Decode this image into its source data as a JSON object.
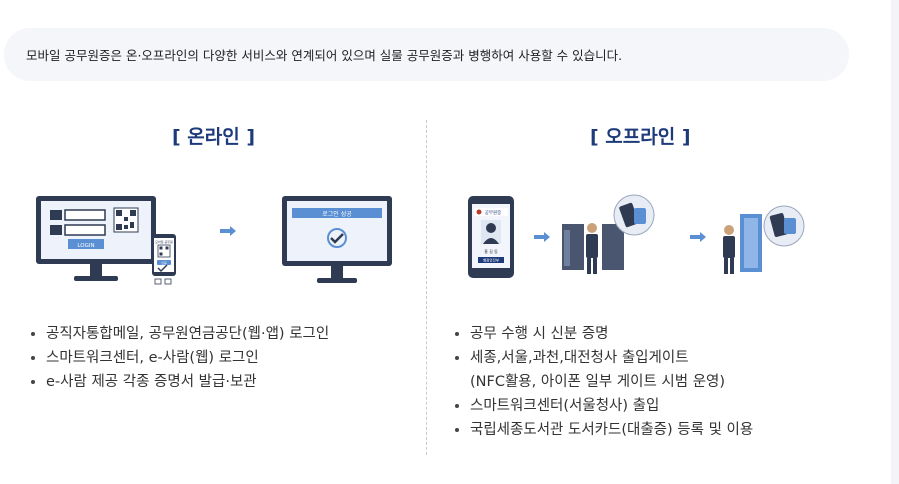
{
  "notice_text": "모바일 공무원증은 온·오프라인의 다양한 서비스와 연계되어 있으며 실물 공무원증과 병행하여 사용할 수 있습니다.",
  "online": {
    "title": "[ 온라인 ]",
    "login_label": "LOGIN",
    "login_success": "로그인 성공",
    "phone_header": "모바일 공무원",
    "phone_badge": "인증",
    "bullets": [
      "공직자통합메일, 공무원연금공단(웹·앱) 로그인",
      "스마트워크센터, e-사람(웹) 로그인",
      "e-사람 제공 각종 증명서 발급·보관"
    ]
  },
  "offline": {
    "title": "[ 오프라인 ]",
    "id_header": "공무원증",
    "id_name": "홍 길 동",
    "id_org": "행정안전부",
    "bullets": [
      {
        "line1": "공무 수행 시 신분 증명",
        "line2": ""
      },
      {
        "line1": "세종,서울,과천,대전청사 출입게이트",
        "line2": "(NFC활용, 아이폰 일부 게이트 시범 운영)"
      },
      {
        "line1": "스마트워크센터(서울청사) 출입",
        "line2": ""
      },
      {
        "line1": "국립세종도서관 도서카드(대출증) 등록 및 이용",
        "line2": ""
      }
    ]
  },
  "colors": {
    "accent": "#1d3a7a",
    "arrow": "#5a8fd4",
    "bg_notice": "#f4f6fa"
  }
}
